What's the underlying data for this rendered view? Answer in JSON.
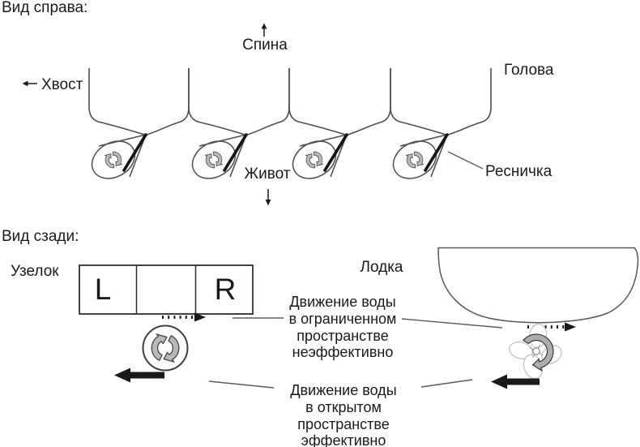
{
  "palette": {
    "ink": "#1a1a1a",
    "outline_gray": "#4f4f4f",
    "arrow_gray": "#b9b9b9"
  },
  "top_view": {
    "title": "Вид справа:",
    "labels": {
      "back": "Спина",
      "tail": "Хвост",
      "head": "Голова",
      "belly": "Живот",
      "cilium": "Ресничка"
    }
  },
  "rear_view": {
    "title": "Вид сзади:",
    "node_label": "Узелок",
    "boat_label": "Лодка",
    "box_cells": [
      "L",
      "",
      "R"
    ],
    "captions": {
      "confined": [
        "Движение воды",
        "в ограниченном",
        "пространстве",
        "неэффективно"
      ],
      "open": [
        "Движение воды",
        "в открытом",
        "пространстве",
        "эффективно"
      ]
    }
  }
}
